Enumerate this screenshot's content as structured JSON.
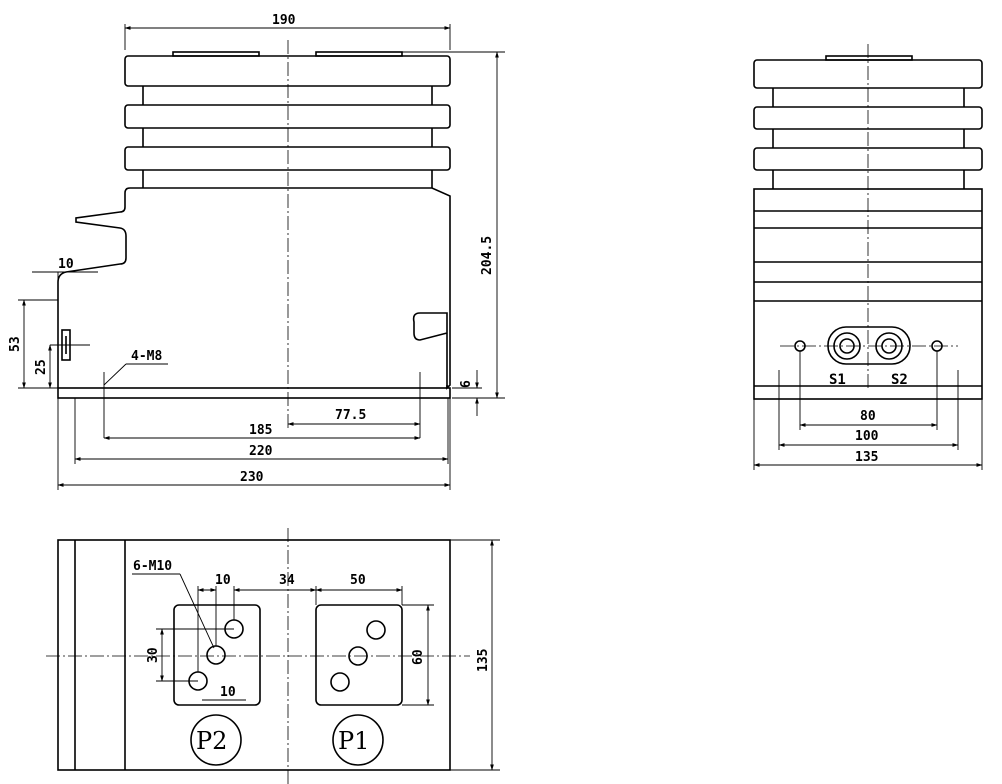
{
  "dimensions": {
    "front_width": "190",
    "front_height": "204.5",
    "flange_step": "10",
    "side_53": "53",
    "side_25": "25",
    "bolt_front": "4-M8",
    "base_thickness": "6",
    "offset_77": "77.5",
    "w185": "185",
    "w220": "220",
    "w230": "230",
    "side_80": "80",
    "side_100": "100",
    "side_135": "135",
    "bolt_top": "6-M10",
    "top_10a": "10",
    "top_34": "34",
    "top_50": "50",
    "top_30": "30",
    "top_10b": "10",
    "top_60": "60",
    "top_135": "135"
  },
  "terminals": {
    "s1": "S1",
    "s2": "S2",
    "p1": "P1",
    "p2": "P2"
  }
}
